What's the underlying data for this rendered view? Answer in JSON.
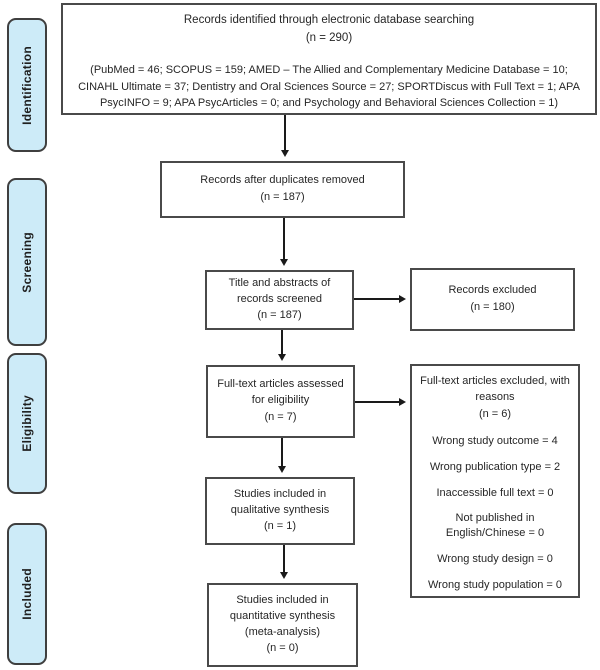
{
  "colors": {
    "stage_tab_fill": "#cdebf8",
    "stage_tab_border": "#3f3f3f",
    "box_border": "#4a4a4a",
    "arrow": "#1a1a1a",
    "text": "#262626"
  },
  "stages": {
    "identification": "Identification",
    "screening": "Screening",
    "eligibility": "Eligibility",
    "included": "Included"
  },
  "boxes": {
    "identified": {
      "title": "Records identified through electronic database searching",
      "count": "(n = 290)",
      "detail": "(PubMed = 46; SCOPUS = 159;  AMED – The Allied and Complementary Medicine Database = 10; CINAHL Ultimate = 37; Dentistry and Oral Sciences Source = 27; SPORTDiscus with Full Text = 1; APA PsycINFO = 9; APA PsycArticles = 0; and Psychology and Behavioral Sciences Collection = 1)"
    },
    "duplicates_removed": {
      "title": "Records after duplicates removed",
      "count": "(n = 187)"
    },
    "screened": {
      "title": "Title and abstracts of records screened",
      "count": "(n = 187)"
    },
    "records_excluded": {
      "title": "Records excluded",
      "count": "(n = 180)"
    },
    "fulltext_assessed": {
      "title": "Full-text articles assessed for eligibility",
      "count": "(n = 7)"
    },
    "fulltext_excluded": {
      "title": "Full-text articles excluded, with reasons",
      "count": "(n = 6)",
      "reasons": [
        "Wrong study outcome = 4",
        "Wrong publication type = 2",
        "Inaccessible full text = 0",
        "Not published in English/Chinese = 0",
        "Wrong study design = 0",
        "Wrong study population = 0"
      ]
    },
    "qualitative": {
      "title": "Studies included in qualitative synthesis",
      "count": "(n = 1)"
    },
    "quantitative": {
      "title": "Studies included in quantitative synthesis (meta-analysis)",
      "count": "(n = 0)"
    }
  }
}
